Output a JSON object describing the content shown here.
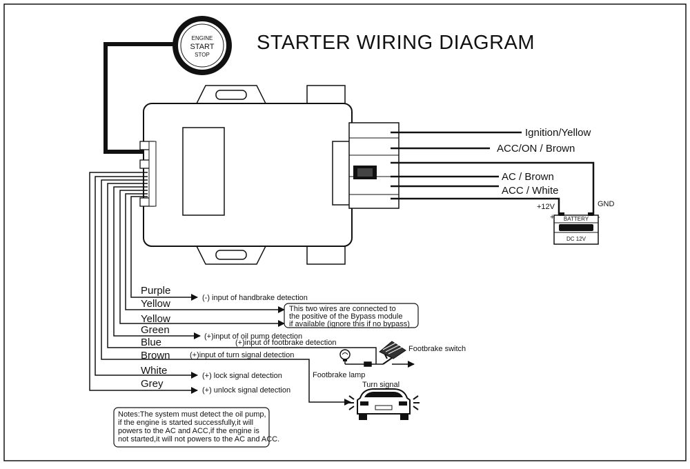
{
  "diagram": {
    "title": "STARTER WIRING DIAGRAM",
    "start_button": {
      "line1": "ENGINE",
      "line2": "START",
      "line3": "STOP"
    },
    "right_wires": [
      {
        "label": "Ignition/Yellow"
      },
      {
        "label": "ACC/ON / Brown"
      },
      {
        "label": "AC / Brown"
      },
      {
        "label": "ACC / White"
      }
    ],
    "battery": {
      "title": "BATTERY",
      "voltage": "DC 12V",
      "positive": "+12V",
      "plus": "+",
      "minus": "-",
      "ground": "GND"
    },
    "left_wires": [
      {
        "color": "Purple",
        "desc": "(-)  input of handbrake detection"
      },
      {
        "color": "Yellow",
        "desc": ""
      },
      {
        "color": "Yellow",
        "desc": ""
      },
      {
        "color": "Green",
        "desc": "(+)input of oil pump detection"
      },
      {
        "color": "Blue",
        "desc": "(+)input of footbrake detection"
      },
      {
        "color": "Brown",
        "desc": "(+)input of turn signal detection"
      },
      {
        "color": "White",
        "desc": "(+)   lock signal detection"
      },
      {
        "color": "Grey",
        "desc": "(+)  unlock signal detection"
      }
    ],
    "bypass_note": [
      "This two wires are connected to",
      "the positive of the Bypass module",
      "if available (ignore this if no bypass)"
    ],
    "footbrake_switch": "Footbrake switch",
    "footbrake_lamp": "Footbrake lamp",
    "turn_signal": "Turn signal",
    "notes": [
      "Notes:The system must detect the oil pump,",
      "if  the  engine  is  started  successfully,it  will",
      "powers to the AC and ACC,if the engine is",
      "not started,it will not powers to the AC and ACC."
    ]
  }
}
